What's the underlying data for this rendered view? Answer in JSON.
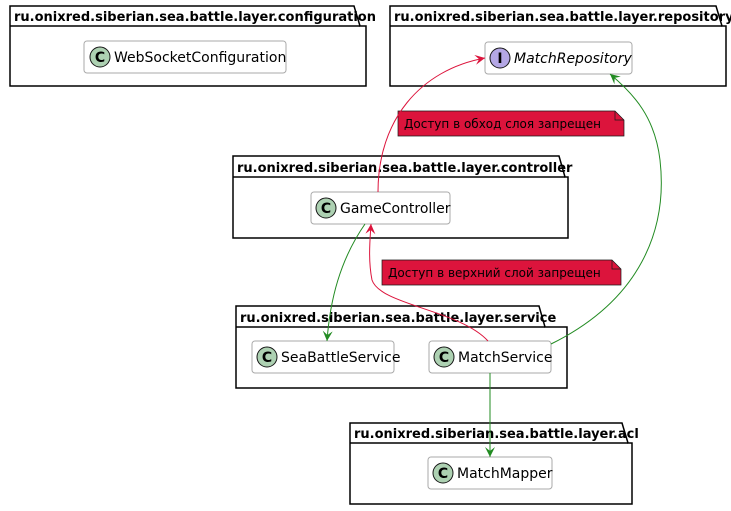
{
  "packages": [
    {
      "id": "configuration",
      "title": "ru.onixred.siberian.sea.battle.layer.configuration"
    },
    {
      "id": "repository",
      "title": "ru.onixred.siberian.sea.battle.layer.repository"
    },
    {
      "id": "controller",
      "title": "ru.onixred.siberian.sea.battle.layer.controller"
    },
    {
      "id": "service",
      "title": "ru.onixred.siberian.sea.battle.layer.service"
    },
    {
      "id": "acl",
      "title": "ru.onixred.siberian.sea.battle.layer.acl"
    }
  ],
  "classes": [
    {
      "id": "websocket",
      "name": "WebSocketConfiguration",
      "stereotype": "C",
      "color": "#ADD1B2"
    },
    {
      "id": "matchrepo",
      "name": "MatchRepository",
      "stereotype": "I",
      "color": "#B4A7E5"
    },
    {
      "id": "gamecontroller",
      "name": "GameController",
      "stereotype": "C",
      "color": "#ADD1B2"
    },
    {
      "id": "seabattle",
      "name": "SeaBattleService",
      "stereotype": "C",
      "color": "#ADD1B2"
    },
    {
      "id": "matchservice",
      "name": "MatchService",
      "stereotype": "C",
      "color": "#ADD1B2"
    },
    {
      "id": "matchmapper",
      "name": "MatchMapper",
      "stereotype": "C",
      "color": "#ADD1B2"
    }
  ],
  "notes": [
    {
      "id": "bypass",
      "text": "Доступ в обход слоя запрещен",
      "color": "#DC143C"
    },
    {
      "id": "upper",
      "text": "Доступ в верхний слой запрещен",
      "color": "#DC143C"
    }
  ],
  "arrows": {
    "allowed_color": "#228B22",
    "forbidden_color": "#DC143C"
  }
}
